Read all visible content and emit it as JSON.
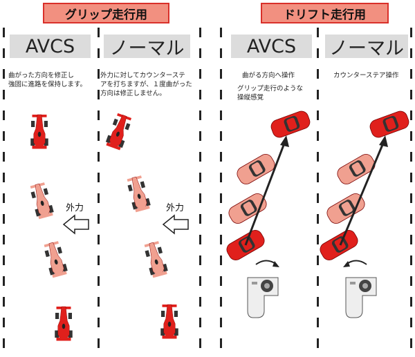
{
  "grip": {
    "header": "グリップ走行用",
    "avcs": {
      "title": "AVCS",
      "desc": [
        "曲がった方向を修正し",
        "強固に進路を保持します。"
      ],
      "force_label": "外力"
    },
    "normal": {
      "title": "ノーマル",
      "desc": [
        "外力に対してカウンターステ",
        "アを打ちますが、１度曲がった",
        "方向は修正しません。"
      ],
      "force_label": "外力"
    }
  },
  "drift": {
    "header": "ドリフト走行用",
    "avcs": {
      "title": "AVCS",
      "desc": [
        "曲がる方向へ操作"
      ],
      "desc2": [
        "グリップ走行のような",
        "操縦感覚"
      ]
    },
    "normal": {
      "title": "ノーマル",
      "desc": [
        "カウンターステア操作"
      ]
    }
  },
  "colors": {
    "header_fill": "#f29080",
    "header_border": "#d9302a",
    "car_red": "#e0201c",
    "car_pink": "#f0a090",
    "title_bg": "#dcdcdc"
  }
}
